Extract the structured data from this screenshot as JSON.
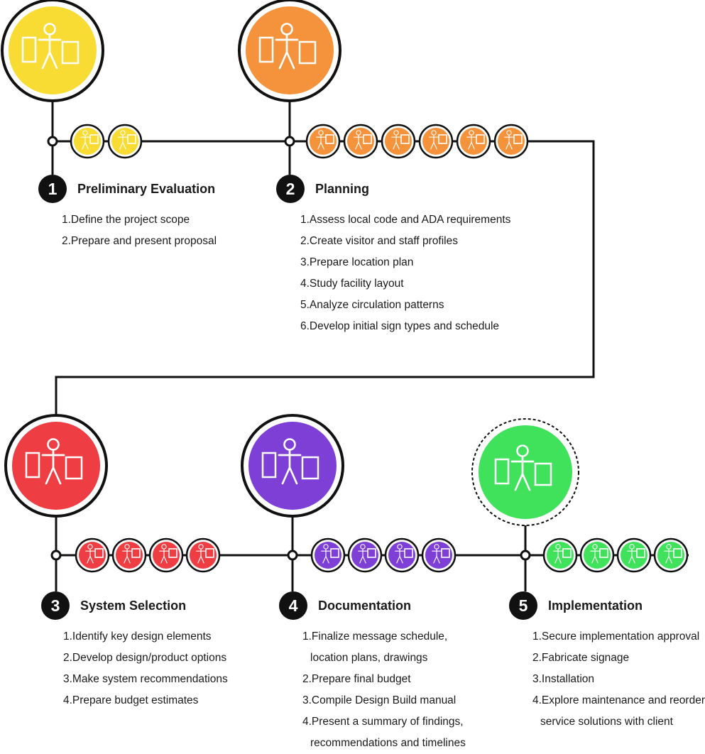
{
  "stages": [
    {
      "number": "1",
      "title": "Preliminary Evaluation",
      "color": "#F8DB33",
      "icon": "person-magnifier-building-icon",
      "substeps": [
        "person-arms-out-icon",
        "person-pointing-icon"
      ],
      "steps": [
        "1.Define the project scope",
        "2.Prepare and present proposal"
      ]
    },
    {
      "number": "2",
      "title": "Planning",
      "color": "#F4933B",
      "icon": "person-ruler-blueprint-idea-icon",
      "substeps": [
        "person-flag-icon",
        "person-grid-board-icon",
        "person-map-board-icon",
        "person-presenting-board-icon",
        "person-writing-desk-icon",
        "person-drafting-table-icon"
      ],
      "steps": [
        "1.Assess local code and ADA requirements",
        "2.Create visitor and staff profiles",
        "3.Prepare location plan",
        "4.Study facility layout",
        "5.Analyze circulation patterns",
        "6.Develop initial sign types and schedule"
      ]
    },
    {
      "number": "3",
      "title": "System Selection",
      "color": "#EE3E44",
      "icon": "person-sign-options-icon",
      "substeps": [
        "person-sign-panel-icon",
        "person-question-desk-icon",
        "person-computer-desk-icon",
        "person-budget-desk-icon"
      ],
      "steps": [
        "1.Identify key design elements",
        "2.Develop design/product options",
        "3.Make system recommendations",
        "4.Prepare budget estimates"
      ]
    },
    {
      "number": "4",
      "title": "Documentation",
      "color": "#7E3FD6",
      "icon": "person-documents-icon",
      "substeps": [
        "person-computer-desk-icon",
        "person-budget-desk-icon",
        "person-manual-icon",
        "person-documents-stack-icon"
      ],
      "steps": [
        "1.Finalize message schedule,",
        "location plans, drawings",
        "2.Prepare final budget",
        "3.Compile Design Build manual",
        "4.Present a summary of findings,",
        "recommendations and timelines"
      ]
    },
    {
      "number": "5",
      "title": "Implementation",
      "color": "#3FE25A",
      "icon": "person-installed-sign-icon",
      "substeps": [
        "person-approval-icon",
        "fabrication-table-icon",
        "person-installing-sign-icon",
        "person-maintenance-desk-icon"
      ],
      "steps": [
        "1.Secure implementation approval",
        "2.Fabricate signage",
        "3.Installation",
        "4.Explore maintenance and reorder",
        "service solutions with client"
      ]
    }
  ]
}
